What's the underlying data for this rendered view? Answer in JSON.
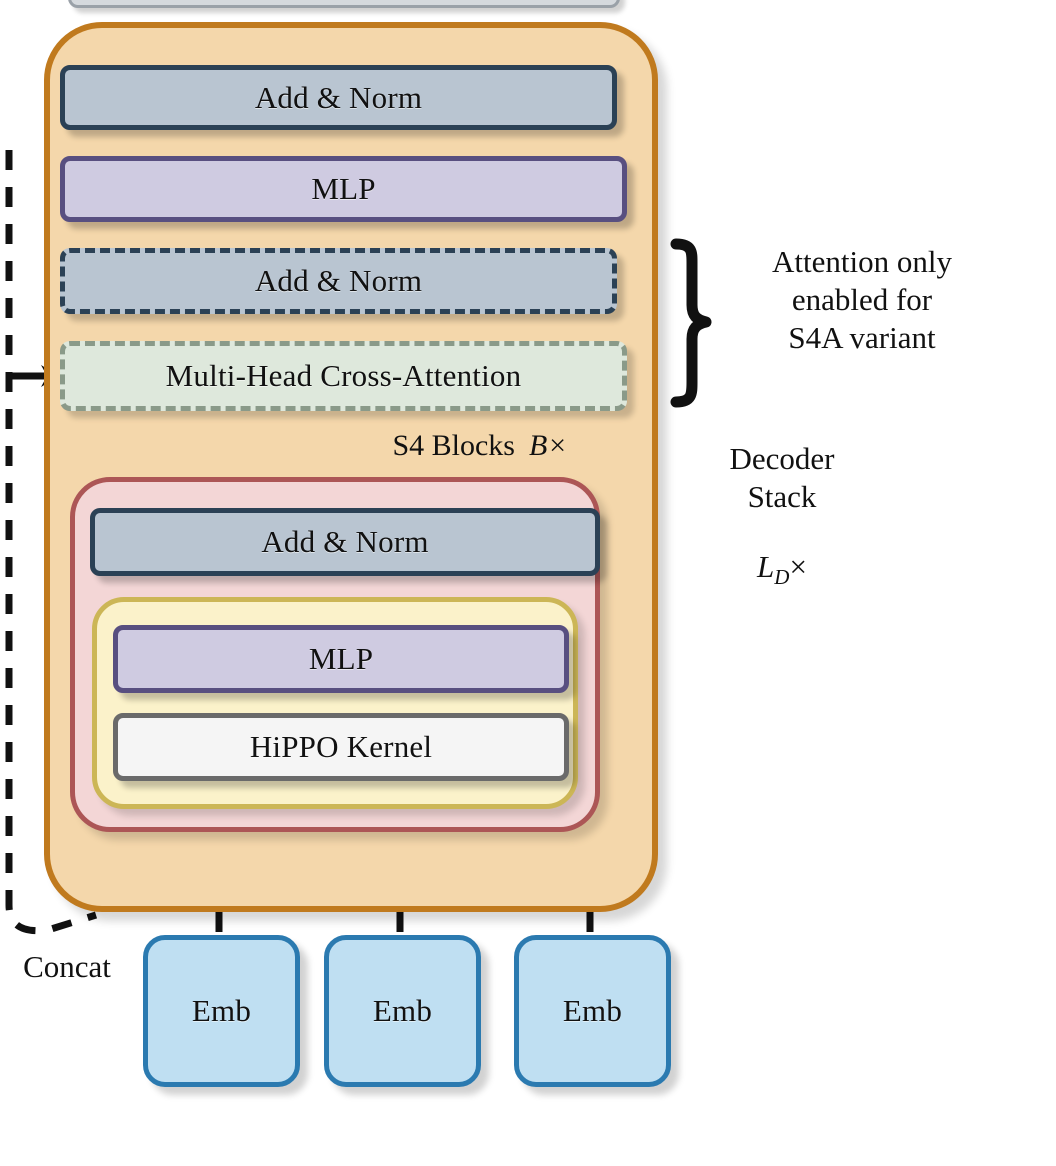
{
  "diagram": {
    "title": "S4 Decoder Stack architecture",
    "top_clipped_block": {
      "label": ""
    },
    "decoder": {
      "blocks": [
        {
          "name": "add-norm-outer-top",
          "label": "Add & Norm",
          "style": "solid",
          "fill": "#b9c5d1",
          "border": "#2b4155"
        },
        {
          "name": "mlp-outer",
          "label": "MLP",
          "style": "solid",
          "fill": "#cfcbe1",
          "border": "#584f80"
        },
        {
          "name": "add-norm-outer-dashed",
          "label": "Add & Norm",
          "style": "dashed",
          "fill": "#b9c5d1",
          "border": "#2b4155"
        },
        {
          "name": "multi-head-cross-attention",
          "label": "Multi-Head Cross-Attention",
          "style": "dashed",
          "fill": "#dee8dc",
          "border": "#8a9a89"
        }
      ],
      "s4_blocks_label": "S4 Blocks",
      "s4_blocks_repeat": "B×",
      "s4_inner_blocks": [
        {
          "name": "add-norm-inner",
          "label": "Add & Norm",
          "fill": "#b9c5d1",
          "border": "#2b4155"
        },
        {
          "name": "mlp-inner",
          "label": "MLP",
          "fill": "#cfcbe1",
          "border": "#584f80"
        },
        {
          "name": "hippo-kernel",
          "label": "HiPPO Kernel",
          "fill": "#f5f5f5",
          "border": "#6a6a6a"
        }
      ],
      "container_fill": "#f4d7ab",
      "container_border": "#c07a1e",
      "s4_red_fill": "#f3d6d6",
      "s4_red_border": "#ac5656",
      "s4_yellow_fill": "#fbf2ca",
      "s4_yellow_border": "#ccb656"
    },
    "annotations": {
      "attention_note_line1": "Attention only",
      "attention_note_line2": "enabled for",
      "attention_note_line3": "S4A variant",
      "decoder_stack_line1": "Decoder",
      "decoder_stack_line2": "Stack",
      "decoder_stack_repeat_base": "L",
      "decoder_stack_repeat_sub": "D",
      "decoder_stack_repeat_suffix": "×",
      "concat_label": "Concat"
    },
    "embeddings": [
      {
        "label": "Emb"
      },
      {
        "label": "Emb"
      },
      {
        "label": "Emb"
      }
    ],
    "colors": {
      "emb_fill": "#bfdff2",
      "emb_border": "#2b7ab0",
      "arrow": "#111111",
      "dashed_path": "#111111"
    }
  }
}
